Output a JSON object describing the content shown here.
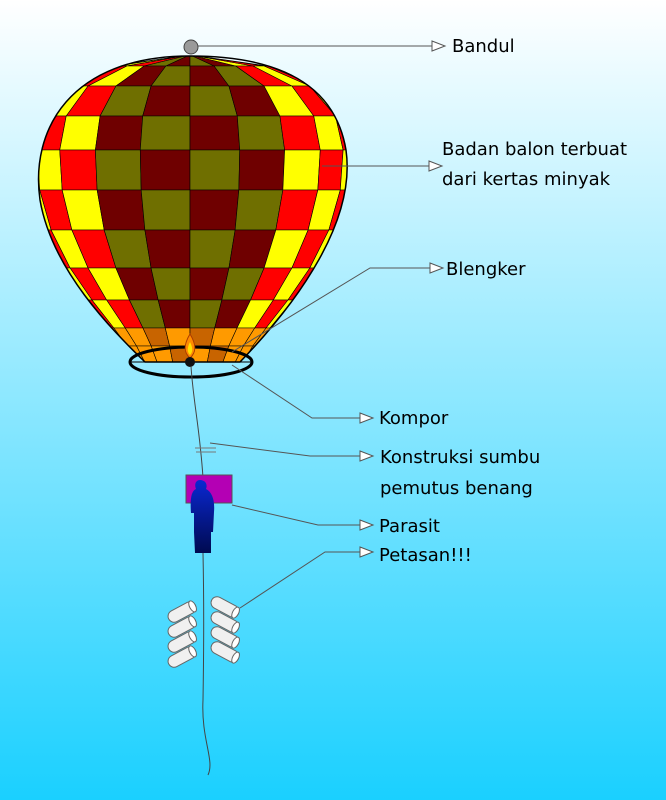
{
  "colors": {
    "sky_top": "#ffffff",
    "sky_bottom": "#1ad0ff",
    "red": "#ff0000",
    "yellow": "#ffff00",
    "dark_red": "#6f0000",
    "olive": "#6f6f00",
    "orange": "#ff9a00",
    "dark_orange": "#c86400",
    "magenta": "#b400b4",
    "figure_blue": "#0a28d2",
    "firecracker": "#f0f0f0",
    "leader_line": "#555555"
  },
  "labels": {
    "bandul": "Bandul",
    "badan_line1": "Badan balon terbuat",
    "badan_line2": "dari kertas minyak",
    "blengker": "Blengker",
    "kompor": "Kompor",
    "konstruksi_line1": "Konstruksi sumbu",
    "konstruksi_line2": "pemutus benang",
    "parasit": "Parasit",
    "petasan": "Petasan!!!"
  },
  "icons": {
    "balloon": "hot-air-balloon-icon",
    "weight": "weight-ball-icon",
    "stove": "flame-icon",
    "parachute": "parachute-figure-icon",
    "firecrackers": "firecracker-icon",
    "arrow": "open-arrowhead-icon"
  }
}
